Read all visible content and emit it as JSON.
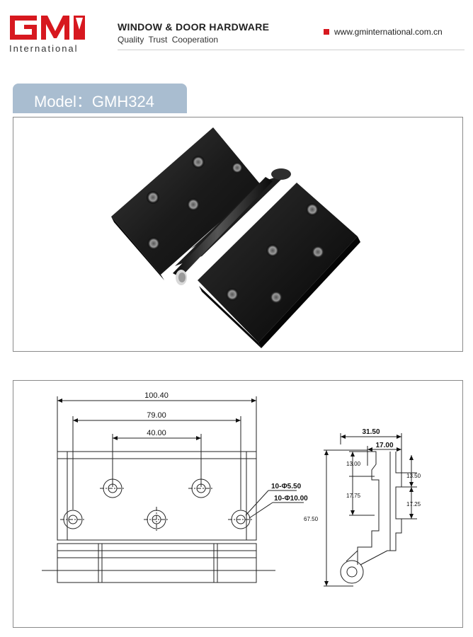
{
  "header": {
    "logo_text": "GM",
    "logo_subtitle": "International",
    "title": "WINDOW & DOOR HARDWARE",
    "tagline": "Quality  Trust  Cooperation",
    "website": "www.gminternational.com.cn",
    "brand_color": "#d7181f"
  },
  "model": {
    "label": "Model：GMH324",
    "tab_color": "#a9bdd0"
  },
  "photo": {
    "alt": "GMH324 hinge photo"
  },
  "drawing": {
    "front": {
      "overall_width": "100.40",
      "outer_hole_spacing": "79.00",
      "inner_hole_spacing": "40.00",
      "hole_small": "10-Φ5.50",
      "hole_large": "10-Φ10.00"
    },
    "side": {
      "total_depth": "31.50",
      "leaf_depth": "17.00",
      "height": "67.50",
      "left_top": "13.00",
      "left_mid": "17.75",
      "right_top": "13.50",
      "right_mid": "17.25"
    }
  }
}
